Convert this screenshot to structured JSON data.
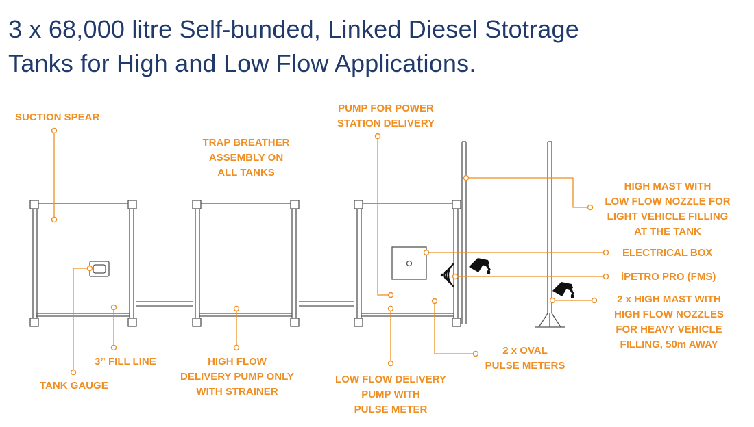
{
  "title": {
    "line1": "3 x 68,000 litre Self-bunded, Linked Diesel Stotrage",
    "line2": "Tanks for High and Low Flow Applications."
  },
  "labels": {
    "suction_spear": [
      "SUCTION SPEAR"
    ],
    "trap_breather": [
      "TRAP BREATHER",
      "ASSEMBLY ON",
      "ALL TANKS"
    ],
    "pump_power_station": [
      "PUMP FOR POWER",
      "STATION DELIVERY"
    ],
    "high_mast_low_flow": [
      "HIGH MAST WITH",
      "LOW FLOW NOZZLE FOR",
      "LIGHT VEHICLE FILLING",
      "AT THE TANK"
    ],
    "electrical_box": [
      "ELECTRICAL BOX"
    ],
    "ipetro_pro": [
      "iPETRO PRO (FMS)"
    ],
    "high_mast_high_flow": [
      "2 x HIGH MAST WITH",
      "HIGH FLOW NOZZLES",
      "FOR HEAVY VEHICLE",
      "FILLING, 50m AWAY"
    ],
    "fill_line": [
      "3” FILL LINE"
    ],
    "tank_gauge": [
      "TANK GAUGE"
    ],
    "high_flow_pump": [
      "HIGH FLOW",
      "DELIVERY PUMP ONLY",
      "WITH STRAINER"
    ],
    "low_flow_pump": [
      "LOW FLOW DELIVERY",
      "PUMP WITH",
      "PULSE METER"
    ],
    "oval_meters": [
      "2 x OVAL",
      "PULSE METERS"
    ]
  },
  "colors": {
    "title": "#1f3a6b",
    "callout": "#ef8e22",
    "outline": "#555555"
  },
  "icons": [
    "wifi-icon",
    "fuel-nozzle-icon"
  ]
}
